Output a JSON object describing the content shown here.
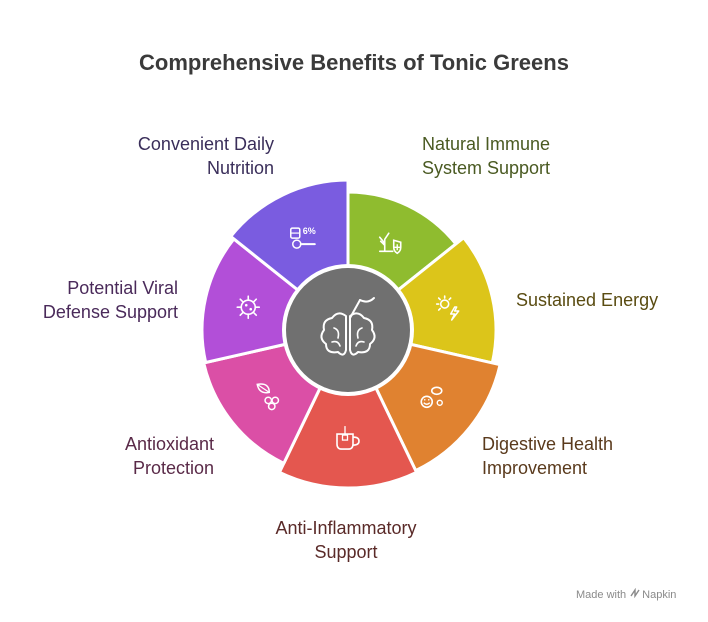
{
  "title": "Comprehensive Benefits of Tonic Greens",
  "center_icon": "brain-icon",
  "segments": [
    {
      "label_lines": [
        "Natural Immune",
        "System Support"
      ],
      "color": "#8fbc2f",
      "label_color": "#4a5a22",
      "icon": "plant-shield-icon"
    },
    {
      "label_lines": [
        "Sustained Energy"
      ],
      "color": "#dcc51a",
      "label_color": "#5a4c12",
      "icon": "sun-lightning-icon"
    },
    {
      "label_lines": [
        "Digestive Health",
        "Improvement"
      ],
      "color": "#e08230",
      "label_color": "#5a3a1c",
      "icon": "digestive-beans-icon"
    },
    {
      "label_lines": [
        "Anti-Inflammatory",
        "Support"
      ],
      "color": "#e4574f",
      "label_color": "#5a2a28",
      "icon": "tea-cup-icon"
    },
    {
      "label_lines": [
        "Antioxidant",
        "Protection"
      ],
      "color": "#db4fa6",
      "label_color": "#5a2a48",
      "icon": "berries-leaf-icon"
    },
    {
      "label_lines": [
        "Potential Viral",
        "Defense Support"
      ],
      "color": "#b24fd8",
      "label_color": "#4a2a5a",
      "icon": "virus-icon"
    },
    {
      "label_lines": [
        "Convenient Daily",
        "Nutrition"
      ],
      "color": "#7a5ce0",
      "label_color": "#3a2e5a",
      "icon": "supplement-scoop-icon"
    }
  ],
  "footer": {
    "made_with": "Made with",
    "brand": "Napkin"
  }
}
